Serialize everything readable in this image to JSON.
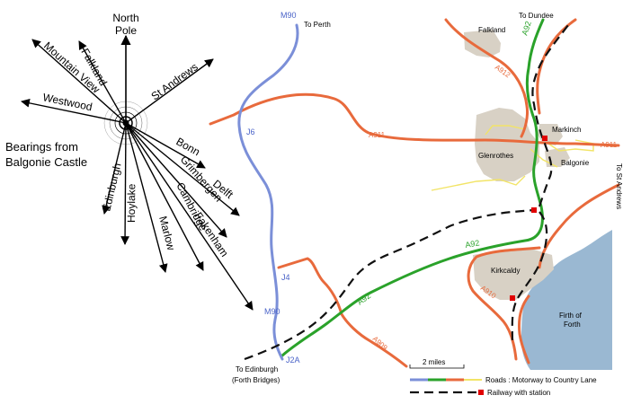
{
  "rose": {
    "north": [
      "North",
      "Pole"
    ],
    "title_lines": [
      "Bearings from",
      "Balgonie Castle"
    ],
    "bearings": [
      {
        "label": "Mountain View"
      },
      {
        "label": "Falkland"
      },
      {
        "label": "St Andrews"
      },
      {
        "label": "Westwood"
      },
      {
        "label": "Bonn"
      },
      {
        "label": "Delft"
      },
      {
        "label": "Grimbergen"
      },
      {
        "label": "Fakenham"
      },
      {
        "label": "Cambridge"
      },
      {
        "label": "Marlow"
      },
      {
        "label": "Hoylake"
      },
      {
        "label": "Edinburgh"
      }
    ]
  },
  "map": {
    "roads": {
      "m90_top": "M90",
      "to_perth": "To Perth",
      "j6": "J6",
      "j4": "J4",
      "m90_mid": "M90",
      "j2a": "J2A",
      "a911_left": "A911",
      "a911_right": "A911",
      "a912": "A912",
      "a92_top": "A92",
      "a92_mid": "A92",
      "a92_low": "A92",
      "a910": "A910",
      "a909": "A909"
    },
    "places": {
      "to_dundee": "To Dundee",
      "falkland": "Falkland",
      "markinch": "Markinch",
      "glenrothes": "Glenrothes",
      "balgonie": "Balgonie",
      "to_st_andrews": "To St Andrews",
      "kirkcaldy": "Kirkcaldy",
      "firth_line1": "Firth of",
      "firth_line2": "Forth",
      "to_edinburgh1": "To Edinburgh",
      "to_edinburgh2": "(Forth Bridges)"
    },
    "legend": {
      "scale": "2 miles",
      "roads": "Roads : Motorway to Country Lane",
      "railway": "Railway with station"
    },
    "colors": {
      "motorway": "#7b8fd8",
      "a_road": "#2aa22a",
      "b_road": "#e86a3c",
      "lane": "#f2e466",
      "railway": "#111111",
      "station": "#e00000",
      "town": "#d8d1c5",
      "sea": "#9ab8d2"
    }
  }
}
